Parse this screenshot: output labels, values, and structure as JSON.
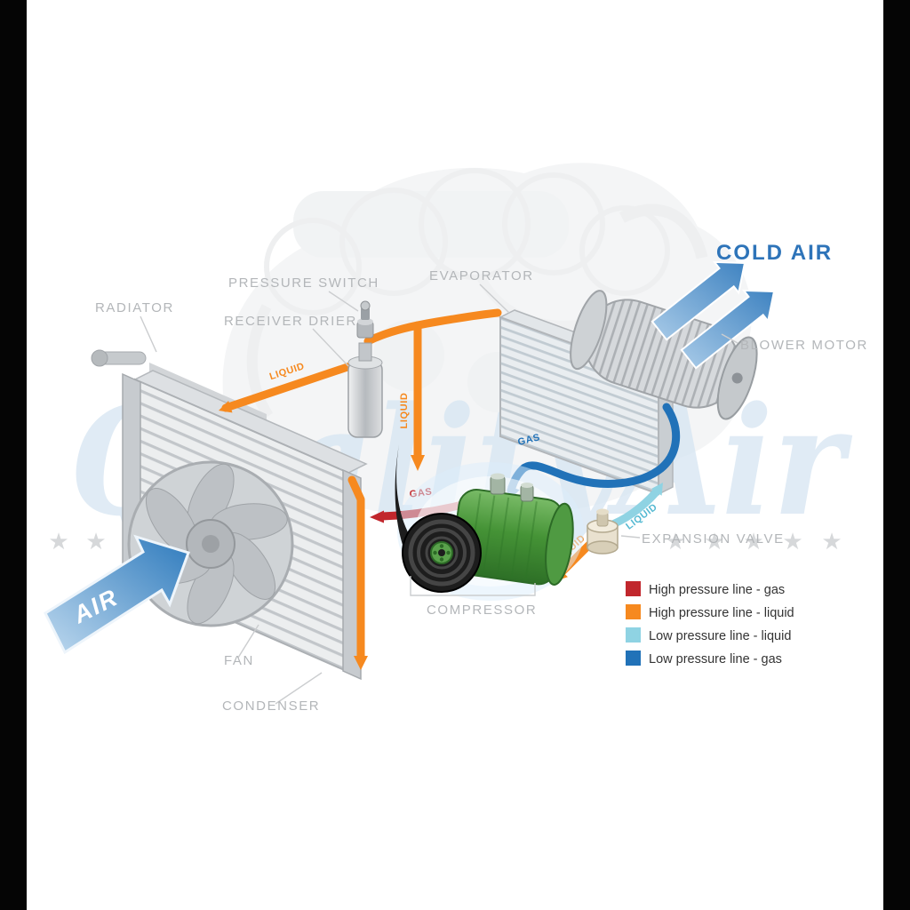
{
  "diagram": {
    "component_labels": {
      "radiator": "RADIATOR",
      "pressure_switch": "PRESSURE SWITCH",
      "receiver_drier": "RECEIVER DRIER",
      "evaporator": "EVAPORATOR",
      "blower_motor": "BLOWER MOTOR",
      "expansion_valve": "EXPANSION VALVE",
      "compressor": "COMPRESSOR",
      "fan": "FAN",
      "condenser": "CONDENSER"
    },
    "flow_labels": {
      "cold_air": "COLD AIR",
      "air": "AIR",
      "liquid_to_condenser": "LIQUID",
      "liquid_down": "LIQUID",
      "gas_high": "GAS",
      "gas_low": "GAS",
      "liquid_low": "LIQUID",
      "liquid_expansion": "LIQUID"
    },
    "legend": {
      "items": [
        {
          "label": "High pressure line - gas",
          "color": "#c1272d"
        },
        {
          "label": "High pressure line - liquid",
          "color": "#f6891f"
        },
        {
          "label": "Low pressure line - liquid",
          "color": "#8fd3e3"
        },
        {
          "label": "Low pressure line -  gas",
          "color": "#2172b8"
        }
      ]
    },
    "watermark": {
      "brand": "QualityAir",
      "star": "★"
    },
    "colors": {
      "high_gas": "#c1272d",
      "high_liquid": "#f6891f",
      "low_liquid": "#8fd3e3",
      "low_gas": "#2172b8",
      "cold_air_text": "#2e74b9"
    }
  }
}
